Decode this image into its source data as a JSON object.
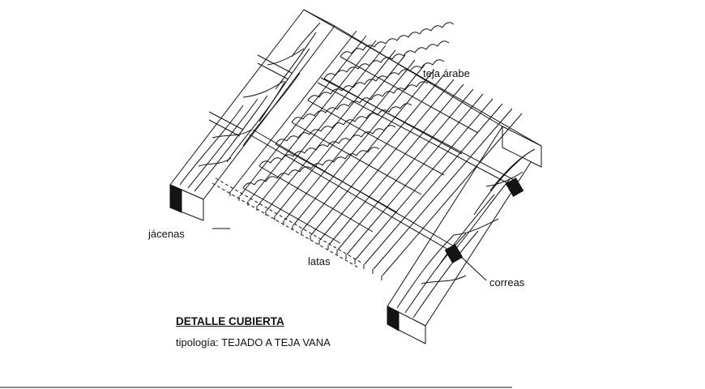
{
  "labels": {
    "teja": "teja árabe",
    "jacenas": "jácenas",
    "latas": "latas",
    "correas": "correas"
  },
  "title": "DETALLE CUBIERTA",
  "subtitle": "tipología: TEJADO A TEJA VANA",
  "colors": {
    "ink": "#111111",
    "paper": "#ffffff",
    "beam_end": "#141414"
  }
}
